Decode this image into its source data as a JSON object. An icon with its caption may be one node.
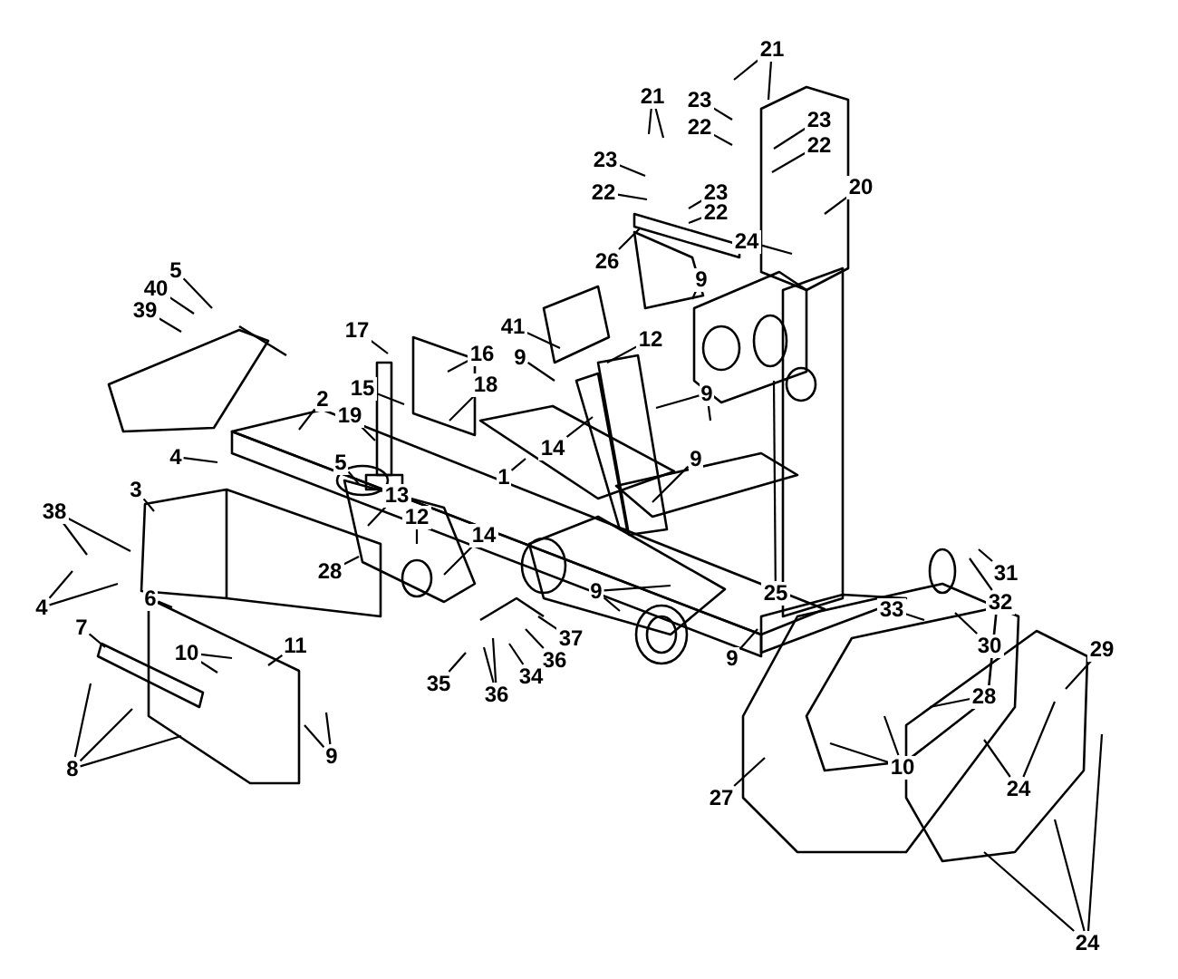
{
  "diagram": {
    "nodes": [
      {
        "text": [
          "21"
        ]
      },
      {
        "text": [
          "21"
        ]
      },
      {
        "text": [
          "23"
        ]
      },
      {
        "text": [
          "23"
        ]
      },
      {
        "text": [
          "22"
        ]
      },
      {
        "text": [
          "22"
        ]
      },
      {
        "text": [
          "23"
        ]
      },
      {
        "text": [
          "22"
        ]
      },
      {
        "text": [
          "20"
        ]
      },
      {
        "text": [
          "23"
        ]
      },
      {
        "text": [
          "22"
        ]
      },
      {
        "text": [
          "24"
        ]
      },
      {
        "text": [
          "26"
        ]
      },
      {
        "text": [
          "5"
        ]
      },
      {
        "text": [
          "9"
        ]
      },
      {
        "text": [
          "40"
        ]
      },
      {
        "text": [
          "39"
        ]
      },
      {
        "text": [
          "41"
        ]
      },
      {
        "text": [
          "17"
        ]
      },
      {
        "text": [
          "12"
        ]
      },
      {
        "text": [
          "9"
        ]
      },
      {
        "text": [
          "16"
        ]
      },
      {
        "text": [
          "15"
        ]
      },
      {
        "text": [
          "18"
        ]
      },
      {
        "text": [
          "9"
        ]
      },
      {
        "text": [
          "2"
        ]
      },
      {
        "text": [
          "19"
        ]
      },
      {
        "text": [
          "14"
        ]
      },
      {
        "text": [
          "4"
        ]
      },
      {
        "text": [
          "9"
        ]
      },
      {
        "text": [
          "5"
        ]
      },
      {
        "text": [
          "1"
        ]
      },
      {
        "text": [
          "3"
        ]
      },
      {
        "text": [
          "13"
        ]
      },
      {
        "text": [
          "38"
        ]
      },
      {
        "text": [
          "12"
        ]
      },
      {
        "text": [
          "14"
        ]
      },
      {
        "text": [
          "28"
        ]
      },
      {
        "text": [
          "31"
        ]
      },
      {
        "text": [
          "9"
        ]
      },
      {
        "text": [
          "25"
        ]
      },
      {
        "text": [
          "6"
        ]
      },
      {
        "text": [
          "33"
        ]
      },
      {
        "text": [
          "4"
        ]
      },
      {
        "text": [
          "32"
        ]
      },
      {
        "text": [
          "7"
        ]
      },
      {
        "text": [
          "30"
        ]
      },
      {
        "text": [
          "37"
        ]
      },
      {
        "text": [
          "11"
        ]
      },
      {
        "text": [
          "29"
        ]
      },
      {
        "text": [
          "10"
        ]
      },
      {
        "text": [
          "36"
        ]
      },
      {
        "text": [
          "9"
        ]
      },
      {
        "text": [
          "34"
        ]
      },
      {
        "text": [
          "35"
        ]
      },
      {
        "text": [
          "36"
        ]
      },
      {
        "text": [
          "28"
        ]
      },
      {
        "text": [
          "9"
        ]
      },
      {
        "text": [
          "10"
        ]
      },
      {
        "text": [
          "8"
        ]
      },
      {
        "text": [
          "24"
        ]
      },
      {
        "text": [
          "27"
        ]
      },
      {
        "text": [
          "24"
        ]
      }
    ],
    "edges": [
      {
        "from": 0,
        "to": null,
        "arrow": "none"
      },
      {
        "from": 0,
        "to": null,
        "arrow": "none"
      },
      {
        "from": 1,
        "to": null,
        "arrow": "none"
      },
      {
        "from": 1,
        "to": null,
        "arrow": "none"
      },
      {
        "from": 2,
        "to": null,
        "arrow": "none"
      },
      {
        "from": 3,
        "to": null,
        "arrow": "none"
      },
      {
        "from": 4,
        "to": null,
        "arrow": "none"
      },
      {
        "from": 5,
        "to": null,
        "arrow": "none"
      },
      {
        "from": 6,
        "to": null,
        "arrow": "none"
      },
      {
        "from": 7,
        "to": null,
        "arrow": "none"
      },
      {
        "from": 8,
        "to": null,
        "arrow": "none"
      },
      {
        "from": 9,
        "to": null,
        "arrow": "none"
      },
      {
        "from": 10,
        "to": null,
        "arrow": "none"
      },
      {
        "from": 11,
        "to": null,
        "arrow": "none"
      },
      {
        "from": 12,
        "to": null,
        "arrow": "none"
      },
      {
        "from": 13,
        "to": null,
        "arrow": "none"
      },
      {
        "from": 14,
        "to": null,
        "arrow": "none"
      },
      {
        "from": 15,
        "to": null,
        "arrow": "none"
      },
      {
        "from": 16,
        "to": null,
        "arrow": "none"
      },
      {
        "from": 17,
        "to": null,
        "arrow": "none"
      },
      {
        "from": 18,
        "to": null,
        "arrow": "none"
      },
      {
        "from": 19,
        "to": null,
        "arrow": "none"
      },
      {
        "from": 20,
        "to": null,
        "arrow": "none"
      },
      {
        "from": 21,
        "to": null,
        "arrow": "none"
      },
      {
        "from": 22,
        "to": null,
        "arrow": "none"
      },
      {
        "from": 23,
        "to": null,
        "arrow": "none"
      },
      {
        "from": 24,
        "to": null,
        "arrow": "none"
      },
      {
        "from": 24,
        "to": null,
        "arrow": "none"
      },
      {
        "from": 25,
        "to": null,
        "arrow": "none"
      },
      {
        "from": 26,
        "to": null,
        "arrow": "none"
      },
      {
        "from": 27,
        "to": null,
        "arrow": "none"
      },
      {
        "from": 28,
        "to": null,
        "arrow": "none"
      },
      {
        "from": 29,
        "to": null,
        "arrow": "none"
      },
      {
        "from": 30,
        "to": null,
        "arrow": "none"
      },
      {
        "from": 31,
        "to": null,
        "arrow": "none"
      },
      {
        "from": 32,
        "to": null,
        "arrow": "none"
      },
      {
        "from": 33,
        "to": null,
        "arrow": "none"
      },
      {
        "from": 34,
        "to": null,
        "arrow": "none"
      },
      {
        "from": 34,
        "to": null,
        "arrow": "none"
      },
      {
        "from": 35,
        "to": null,
        "arrow": "none"
      },
      {
        "from": 36,
        "to": null,
        "arrow": "none"
      },
      {
        "from": 37,
        "to": null,
        "arrow": "none"
      },
      {
        "from": 38,
        "to": null,
        "arrow": "none"
      },
      {
        "from": 39,
        "to": null,
        "arrow": "none"
      },
      {
        "from": 39,
        "to": null,
        "arrow": "none"
      },
      {
        "from": 40,
        "to": null,
        "arrow": "none"
      },
      {
        "from": 41,
        "to": null,
        "arrow": "none"
      },
      {
        "from": 42,
        "to": null,
        "arrow": "none"
      },
      {
        "from": 43,
        "to": null,
        "arrow": "none"
      },
      {
        "from": 43,
        "to": null,
        "arrow": "none"
      },
      {
        "from": 44,
        "to": null,
        "arrow": "none"
      },
      {
        "from": 45,
        "to": null,
        "arrow": "none"
      },
      {
        "from": 46,
        "to": null,
        "arrow": "none"
      },
      {
        "from": 47,
        "to": null,
        "arrow": "none"
      },
      {
        "from": 48,
        "to": null,
        "arrow": "none"
      },
      {
        "from": 49,
        "to": null,
        "arrow": "none"
      },
      {
        "from": 50,
        "to": null,
        "arrow": "none"
      },
      {
        "from": 50,
        "to": null,
        "arrow": "none"
      },
      {
        "from": 51,
        "to": null,
        "arrow": "none"
      },
      {
        "from": 52,
        "to": null,
        "arrow": "none"
      },
      {
        "from": 53,
        "to": null,
        "arrow": "none"
      },
      {
        "from": 54,
        "to": null,
        "arrow": "none"
      },
      {
        "from": 55,
        "to": null,
        "arrow": "none"
      },
      {
        "from": 55,
        "to": null,
        "arrow": "none"
      },
      {
        "from": 56,
        "to": null,
        "arrow": "none"
      },
      {
        "from": 57,
        "to": null,
        "arrow": "none"
      },
      {
        "from": 57,
        "to": null,
        "arrow": "none"
      },
      {
        "from": 58,
        "to": null,
        "arrow": "none"
      },
      {
        "from": 58,
        "to": null,
        "arrow": "none"
      },
      {
        "from": 59,
        "to": null,
        "arrow": "none"
      },
      {
        "from": 59,
        "to": null,
        "arrow": "none"
      },
      {
        "from": 59,
        "to": null,
        "arrow": "none"
      },
      {
        "from": 60,
        "to": null,
        "arrow": "none"
      },
      {
        "from": 60,
        "to": null,
        "arrow": "none"
      },
      {
        "from": 61,
        "to": null,
        "arrow": "none"
      },
      {
        "from": 62,
        "to": null,
        "arrow": "none"
      },
      {
        "from": 62,
        "to": null,
        "arrow": "none"
      },
      {
        "from": 62,
        "to": null,
        "arrow": "none"
      }
    ]
  }
}
